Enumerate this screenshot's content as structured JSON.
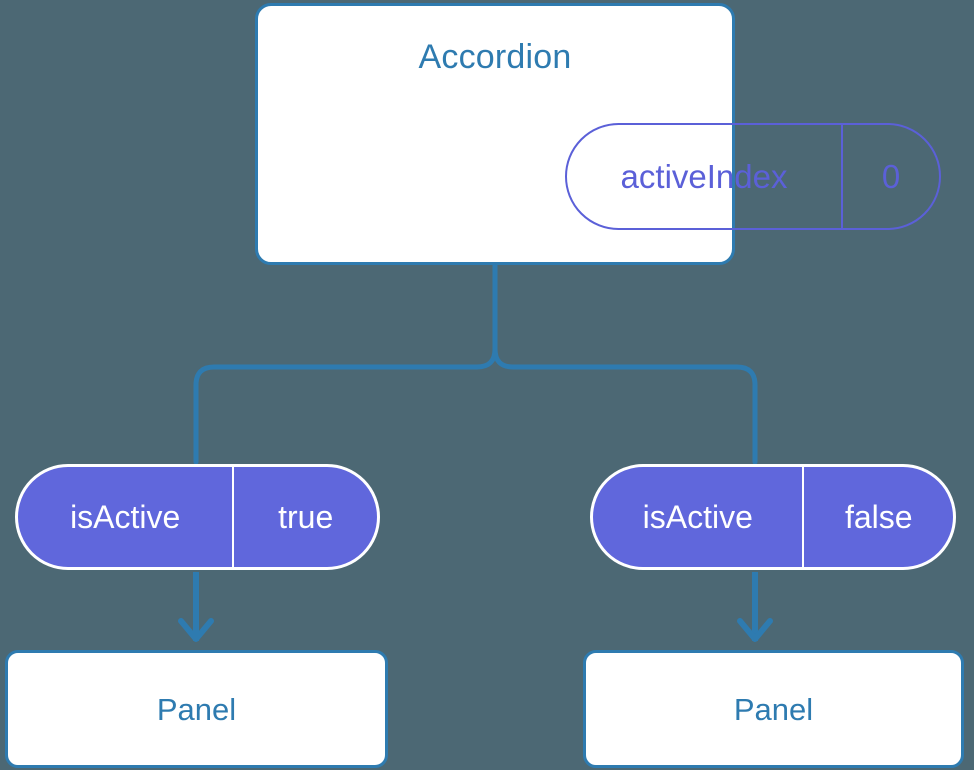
{
  "diagram": {
    "type": "component-state-tree",
    "background_color": "#4C6874",
    "accent_blue": "#2E7BB0",
    "accent_purple": "#6067DC",
    "root": {
      "title": "Accordion",
      "state": {
        "key": "activeIndex",
        "value": "0"
      }
    },
    "branches": [
      {
        "prop": {
          "key": "isActive",
          "value": "true"
        },
        "child": {
          "title": "Panel"
        }
      },
      {
        "prop": {
          "key": "isActive",
          "value": "false"
        },
        "child": {
          "title": "Panel"
        }
      }
    ]
  }
}
